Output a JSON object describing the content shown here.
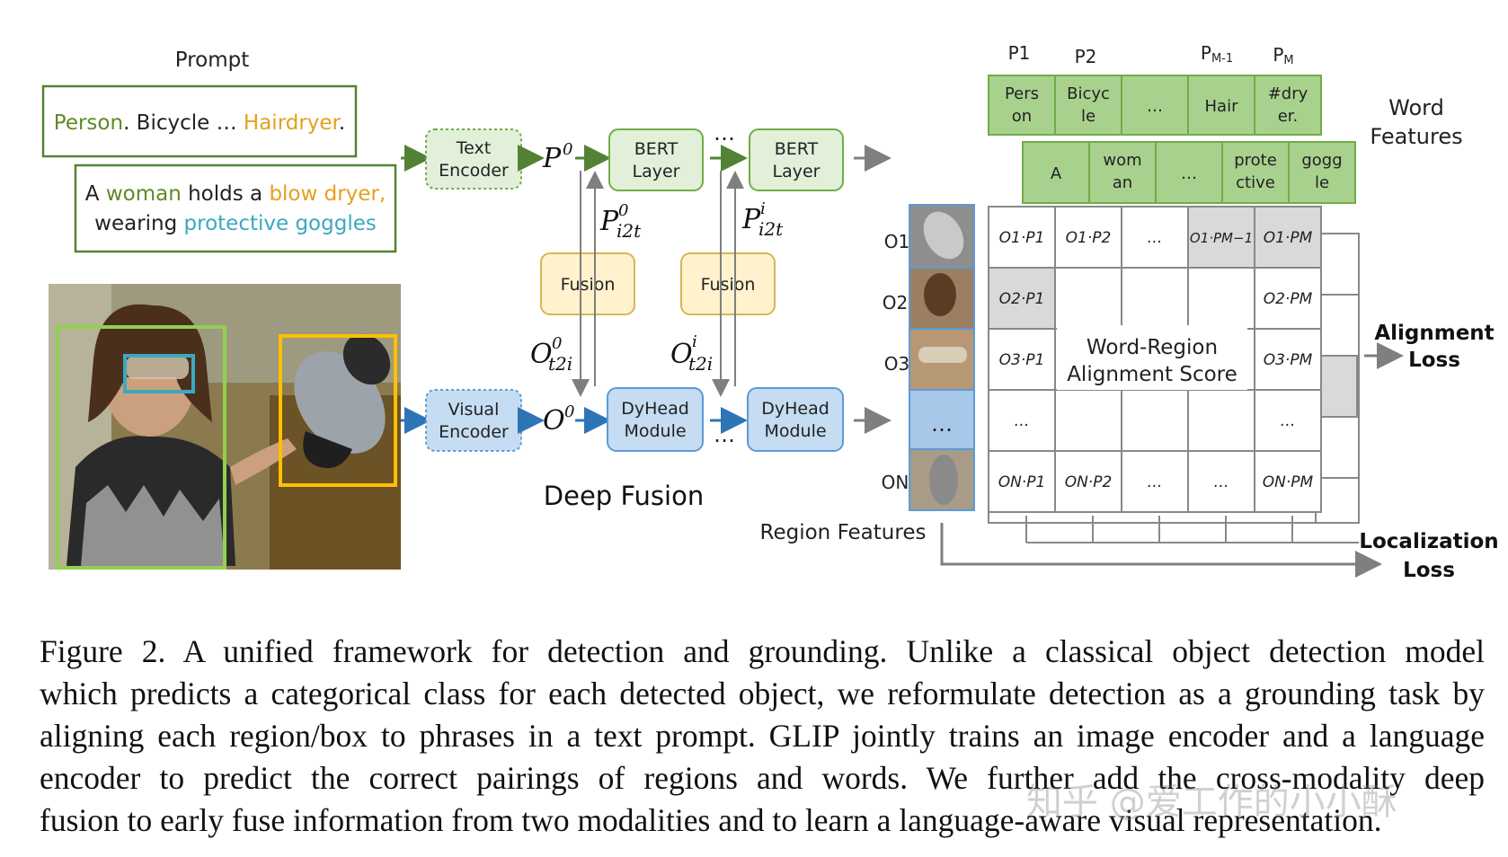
{
  "prompt": {
    "title": "Prompt",
    "detection": [
      {
        "text": "Person",
        "color": "#5f8a24"
      },
      {
        "text": ". Bicycle … ",
        "color": "#222222"
      },
      {
        "text": "Hairdryer",
        "color": "#e6a01c"
      },
      {
        "text": ".",
        "color": "#222222"
      }
    ],
    "grounding_line1": [
      {
        "text": "A ",
        "color": "#222222"
      },
      {
        "text": "woman",
        "color": "#5f8a24"
      },
      {
        "text": " holds a ",
        "color": "#222222"
      },
      {
        "text": "blow dryer,",
        "color": "#e6a01c"
      }
    ],
    "grounding_line2": [
      {
        "text": "wearing ",
        "color": "#222222"
      },
      {
        "text": "protective goggles",
        "color": "#3aa9c0"
      }
    ]
  },
  "encoders": {
    "text": [
      "Text",
      "Encoder"
    ],
    "visual": [
      "Visual",
      "Encoder"
    ]
  },
  "symbols": {
    "p0": "P",
    "p0_sup": "0",
    "o0": "O",
    "o0_sup": "0",
    "pi2t0_sup": "0",
    "pi2t_sub": "i2t",
    "pi2ti_sup": "i",
    "ot2i0_sup": "0",
    "ot2i_sub": "t2i",
    "ot2ii_sup": "i",
    "dots": "…"
  },
  "bert": [
    "BERT",
    "Layer"
  ],
  "fusion": "Fusion",
  "dyhead": [
    "DyHead",
    "Module"
  ],
  "deep_fusion": "Deep Fusion",
  "word_headers": [
    "P1",
    "P2",
    "PM-1",
    "PM"
  ],
  "word_headers_sub": [
    "",
    "",
    "M-1",
    "M"
  ],
  "word_row1": [
    [
      "Pers",
      "on"
    ],
    [
      "Bicyc",
      "le"
    ],
    [
      "…",
      ""
    ],
    [
      "Hair",
      ""
    ],
    [
      "#dry",
      "er."
    ]
  ],
  "word_row2": [
    [
      "A",
      ""
    ],
    [
      "wom",
      "an"
    ],
    [
      "…",
      ""
    ],
    [
      "prote",
      "ctive"
    ],
    [
      "gogg",
      "le"
    ]
  ],
  "word_features": [
    "Word",
    "Features"
  ],
  "region_labels": [
    "O1",
    "O2",
    "O3",
    "ON"
  ],
  "region_dots": "…",
  "region_features": "Region Features",
  "matrix": {
    "row1": [
      "O1·P1",
      "O1·P2",
      "…",
      "O1·PM−1",
      "O1·PM"
    ],
    "row2": [
      "O2·P1",
      "",
      "",
      "",
      "O2·PM"
    ],
    "row3": [
      "O3·P1",
      "",
      "",
      "",
      "O3·PM"
    ],
    "row4": [
      "…",
      "",
      "",
      "",
      "…"
    ],
    "row5": [
      "ON·P1",
      "ON·P2",
      "…",
      "…",
      "ON·PM"
    ],
    "center": [
      "Word-Region",
      "Alignment Score"
    ]
  },
  "alignment_loss": [
    "Alignment",
    "Loss"
  ],
  "localization_loss": [
    "Localization",
    "Loss"
  ],
  "colors": {
    "green_fill": "#a9d18e",
    "green_stroke": "#70ad47",
    "bert_fill": "#e2efd9",
    "fusion_fill": "#fff2cc",
    "fusion_stroke": "#d6b656",
    "blue_fill": "#c5dcf2",
    "blue_stroke": "#5b9bd5",
    "arrow_green": "#548235",
    "arrow_blue": "#2e75b6",
    "arrow_grey": "#808080",
    "gray_cell": "#d9d9d9"
  },
  "caption": [
    "Figure 2.  A unified framework for detection and grounding.  Unlike a classical object detection model",
    "which predicts a categorical class for each detected object, we reformulate detection as a grounding task by",
    "aligning each region/box to phrases in a text prompt. GLIP jointly trains an image encoder and a language",
    "encoder to predict the correct pairings of regions and words.  We further add the cross-modality deep",
    "fusion to early fuse information from two modalities and to learn a language-aware visual representation."
  ],
  "watermark": "知乎 @爱工作的小小酥"
}
